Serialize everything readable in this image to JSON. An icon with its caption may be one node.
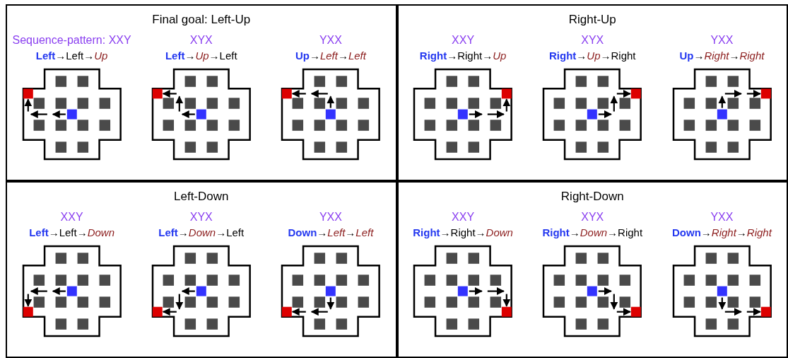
{
  "diagram": {
    "nodes": [
      {
        "text": [
          "Final goal: Left-Up",
          "Sequence-pattern: XXY",
          "**Left**→Left→*Up*",
          "XYX",
          "**Left**→*Up*→Left",
          "YXX",
          "**Up**→*Left*→*Left*"
        ]
      },
      {
        "text": [
          "Right-Up",
          "XXY",
          "**Right**→Right→*Up*",
          "XYX",
          "**Right**→*Up*→Right",
          "YXX",
          "**Up**→*Right*→*Right*"
        ]
      },
      {
        "text": [
          "Left-Down",
          "XXY",
          "**Left**→Left→*Down*",
          "XYX",
          "**Left**→*Down*→Left",
          "YXX",
          "**Down**→*Left*→*Left*"
        ]
      },
      {
        "text": [
          "Right-Down",
          "XXY",
          "**Right**→Right→*Down*",
          "XYX",
          "**Right**→*Down*→Right",
          "YXX",
          "**Down**→*Right*→*Right*"
        ]
      }
    ]
  }
}
